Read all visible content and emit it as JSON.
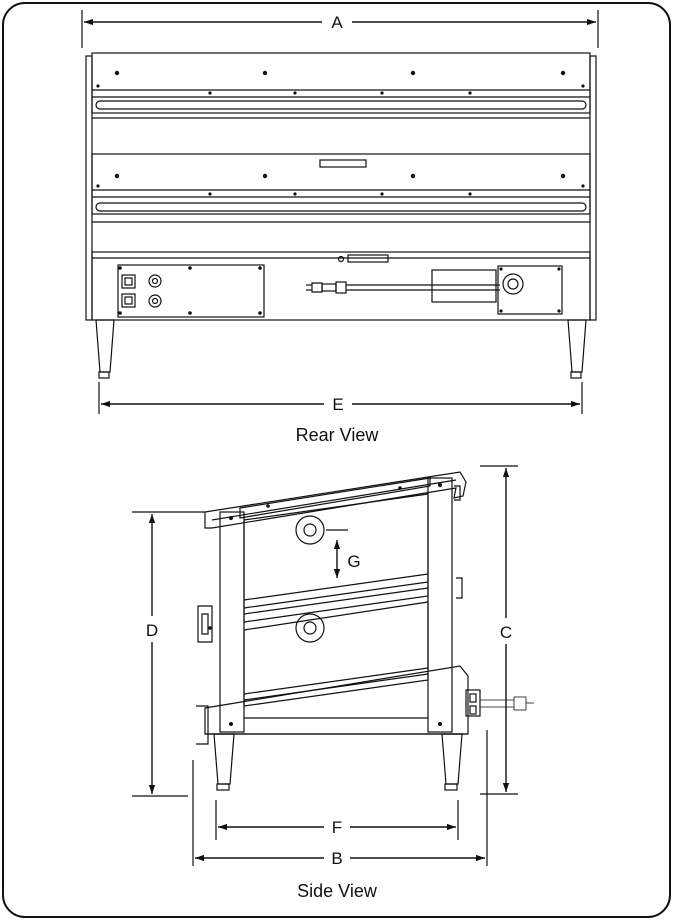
{
  "dimensions": {
    "A": "A",
    "B": "B",
    "C": "C",
    "D": "D",
    "E": "E",
    "F": "F",
    "G": "G"
  },
  "captions": {
    "rear": "Rear View",
    "side": "Side View"
  },
  "colors": {
    "line": "#111111",
    "background": "#ffffff"
  }
}
